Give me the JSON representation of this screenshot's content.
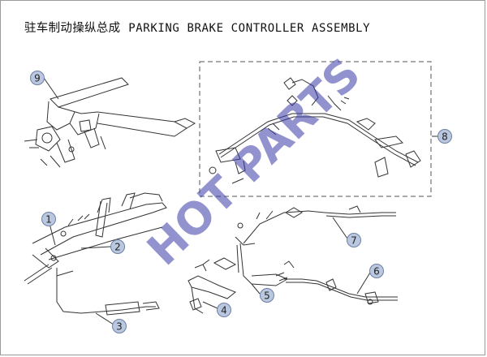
{
  "title": {
    "zh": "驻车制动操纵总成",
    "en": "PARKING BRAKE CONTROLLER ASSEMBLY"
  },
  "watermark": "HOT PARTS",
  "callouts": [
    "1",
    "2",
    "3",
    "4",
    "5",
    "6",
    "7",
    "8",
    "9"
  ],
  "colors": {
    "line": "#333333",
    "callout_fill": "#b9c7df",
    "callout_stroke": "#6d7fa6",
    "watermark": "#3a3aa8",
    "dash_box": "#555555"
  }
}
